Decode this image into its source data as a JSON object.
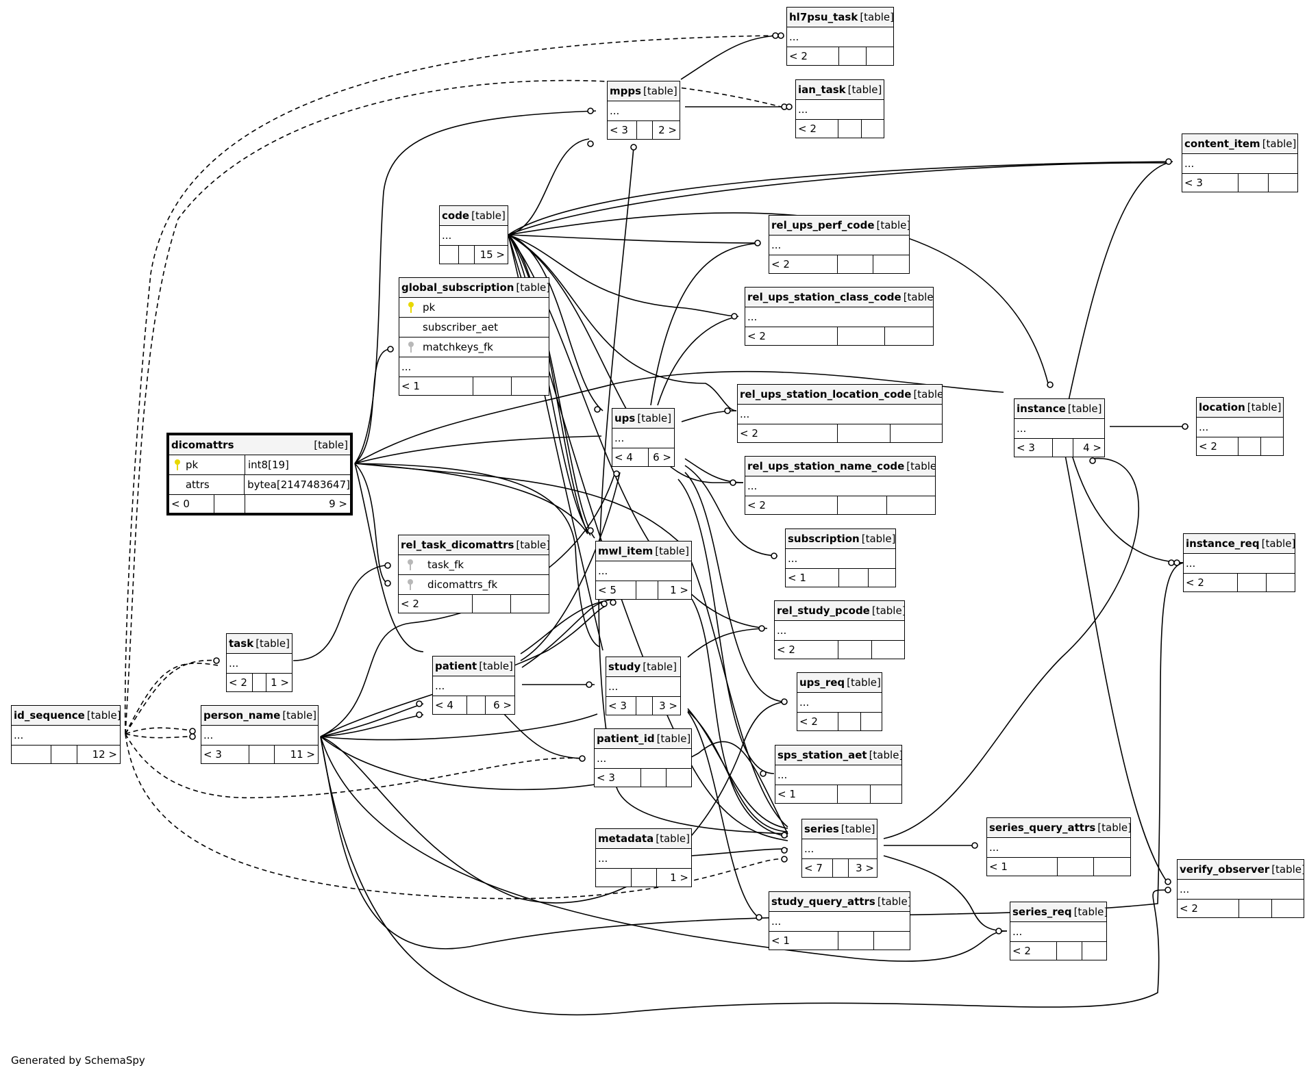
{
  "colors": {
    "line": "#000000",
    "pk_key": "#e8d800",
    "fk_key": "#b8b8b8",
    "header_bg": "#f4f4f4"
  },
  "footer_text": "Generated by SchemaSpy",
  "type_label": "[table]",
  "tables": {
    "hl7psu_task": {
      "name": "hl7psu_task",
      "ellipsis": "...",
      "foot": [
        "< 2",
        "",
        ""
      ]
    },
    "mpps": {
      "name": "mpps",
      "ellipsis": "...",
      "foot": [
        "< 3",
        "",
        "2 >"
      ]
    },
    "ian_task": {
      "name": "ian_task",
      "ellipsis": "...",
      "foot": [
        "< 2",
        "",
        ""
      ]
    },
    "content_item": {
      "name": "content_item",
      "ellipsis": "...",
      "foot": [
        "< 3",
        "",
        ""
      ]
    },
    "code": {
      "name": "code",
      "ellipsis": "...",
      "foot": [
        "",
        "",
        "15 >"
      ]
    },
    "rel_ups_perf_code": {
      "name": "rel_ups_perf_code",
      "ellipsis": "...",
      "foot": [
        "< 2",
        "",
        ""
      ]
    },
    "rel_ups_station_class_code": {
      "name": "rel_ups_station_class_code",
      "ellipsis": "...",
      "foot": [
        "< 2",
        "",
        ""
      ]
    },
    "global_subscription": {
      "name": "global_subscription",
      "columns": [
        {
          "icon": "pk",
          "name": "pk"
        },
        {
          "icon": "",
          "name": "subscriber_aet"
        },
        {
          "icon": "fk",
          "name": "matchkeys_fk"
        }
      ],
      "ellipsis": "...",
      "foot": [
        "< 1",
        "",
        ""
      ]
    },
    "rel_ups_station_location_code": {
      "name": "rel_ups_station_location_code",
      "ellipsis": "...",
      "foot": [
        "< 2",
        "",
        ""
      ]
    },
    "instance": {
      "name": "instance",
      "ellipsis": "...",
      "foot": [
        "< 3",
        "",
        "4 >"
      ]
    },
    "location": {
      "name": "location",
      "ellipsis": "...",
      "foot": [
        "< 2",
        "",
        ""
      ]
    },
    "dicomattrs": {
      "name": "dicomattrs",
      "columns": [
        {
          "icon": "pk",
          "name": "pk",
          "type": "int8[19]"
        },
        {
          "icon": "",
          "name": "attrs",
          "type": "bytea[2147483647]"
        }
      ],
      "foot": [
        "< 0",
        "",
        "9 >"
      ]
    },
    "ups": {
      "name": "ups",
      "ellipsis": "...",
      "foot": [
        "< 4",
        "6 >"
      ]
    },
    "rel_ups_station_name_code": {
      "name": "rel_ups_station_name_code",
      "ellipsis": "...",
      "foot": [
        "< 2",
        "",
        ""
      ]
    },
    "subscription": {
      "name": "subscription",
      "ellipsis": "...",
      "foot": [
        "< 1",
        "",
        ""
      ]
    },
    "instance_req": {
      "name": "instance_req",
      "ellipsis": "...",
      "foot": [
        "< 2",
        "",
        ""
      ]
    },
    "rel_task_dicomattrs": {
      "name": "rel_task_dicomattrs",
      "columns": [
        {
          "icon": "fk",
          "name": "task_fk"
        },
        {
          "icon": "fk",
          "name": "dicomattrs_fk"
        }
      ],
      "foot": [
        "< 2",
        "",
        ""
      ]
    },
    "mwl_item": {
      "name": "mwl_item",
      "ellipsis": "...",
      "foot": [
        "< 5",
        "",
        "1 >"
      ]
    },
    "rel_study_pcode": {
      "name": "rel_study_pcode",
      "ellipsis": "...",
      "foot": [
        "< 2",
        "",
        ""
      ]
    },
    "task": {
      "name": "task",
      "ellipsis": "...",
      "foot": [
        "< 2",
        "",
        "1 >"
      ]
    },
    "patient": {
      "name": "patient",
      "ellipsis": "...",
      "foot": [
        "< 4",
        "",
        "6 >"
      ]
    },
    "study": {
      "name": "study",
      "ellipsis": "...",
      "foot": [
        "< 3",
        "",
        "3 >"
      ]
    },
    "ups_req": {
      "name": "ups_req",
      "ellipsis": "...",
      "foot": [
        "< 2",
        "",
        ""
      ]
    },
    "id_sequence": {
      "name": "id_sequence",
      "ellipsis": "...",
      "foot": [
        "",
        "",
        "12 >"
      ]
    },
    "person_name": {
      "name": "person_name",
      "ellipsis": "...",
      "foot": [
        "< 3",
        "",
        "11 >"
      ]
    },
    "patient_id": {
      "name": "patient_id",
      "ellipsis": "...",
      "foot": [
        "< 3",
        "",
        ""
      ]
    },
    "sps_station_aet": {
      "name": "sps_station_aet",
      "ellipsis": "...",
      "foot": [
        "< 1",
        "",
        ""
      ]
    },
    "series": {
      "name": "series",
      "ellipsis": "...",
      "foot": [
        "< 7",
        "",
        "3 >"
      ]
    },
    "series_query_attrs": {
      "name": "series_query_attrs",
      "ellipsis": "...",
      "foot": [
        "< 1",
        "",
        ""
      ]
    },
    "metadata": {
      "name": "metadata",
      "ellipsis": "...",
      "foot": [
        "",
        "",
        "1 >"
      ]
    },
    "verify_observer": {
      "name": "verify_observer",
      "ellipsis": "...",
      "foot": [
        "< 2",
        "",
        ""
      ]
    },
    "series_req": {
      "name": "series_req",
      "ellipsis": "...",
      "foot": [
        "< 2",
        "",
        ""
      ]
    },
    "study_query_attrs": {
      "name": "study_query_attrs",
      "ellipsis": "...",
      "foot": [
        "< 1",
        "",
        ""
      ]
    }
  }
}
